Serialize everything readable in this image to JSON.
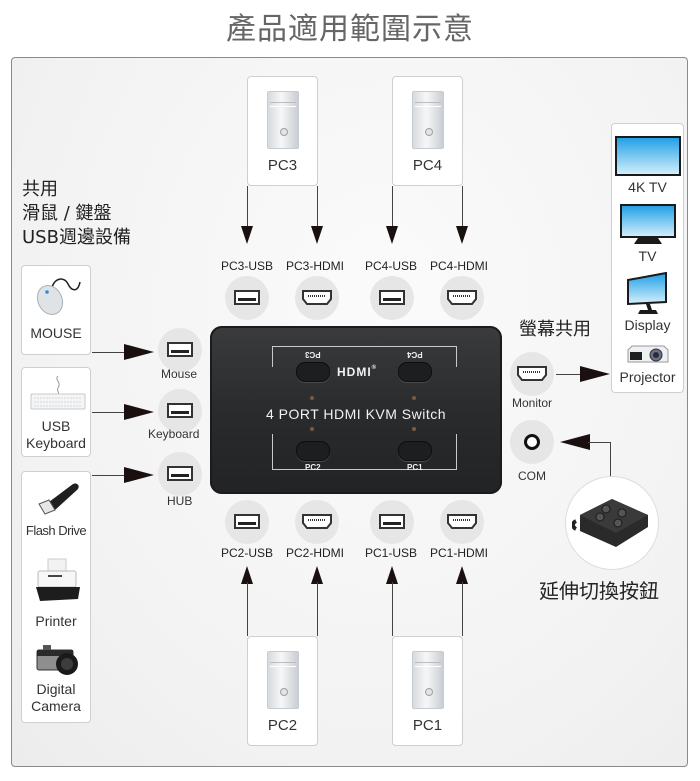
{
  "title": "產品適用範圍示意",
  "left_heading": [
    "共用",
    "滑鼠 / 鍵盤",
    "USB週邊設備"
  ],
  "monitor_heading": "螢幕共用",
  "remote_caption": "延伸切換按鈕",
  "pcs": {
    "pc3": "PC3",
    "pc4": "PC4",
    "pc2": "PC2",
    "pc1": "PC1"
  },
  "top_ports": [
    "PC3-USB",
    "PC3-HDMI",
    "PC4-USB",
    "PC4-HDMI"
  ],
  "bottom_ports": [
    "PC2-USB",
    "PC2-HDMI",
    "PC1-USB",
    "PC1-HDMI"
  ],
  "left_ports": [
    "Mouse",
    "Keyboard",
    "HUB"
  ],
  "right_ports": [
    "Monitor",
    "COM"
  ],
  "left_devices": {
    "mouse": "MOUSE",
    "keyboard": [
      "USB",
      "Keyboard"
    ],
    "hub_devices": [
      "Flash Drive",
      "Printer",
      "Digital",
      "Camera"
    ]
  },
  "displays": [
    "4K TV",
    "TV",
    "Display",
    "Projector"
  ],
  "switch": {
    "model": "4 PORT HDMI KVM Switch",
    "logo": "HDMI",
    "logo_mark": "®",
    "buttons": [
      "PC3",
      "PC4",
      "PC2",
      "PC1"
    ]
  },
  "colors": {
    "arrow": "#1a1010",
    "switch_body": "#2a2b2d",
    "screen_blue": "#29a8e8"
  }
}
